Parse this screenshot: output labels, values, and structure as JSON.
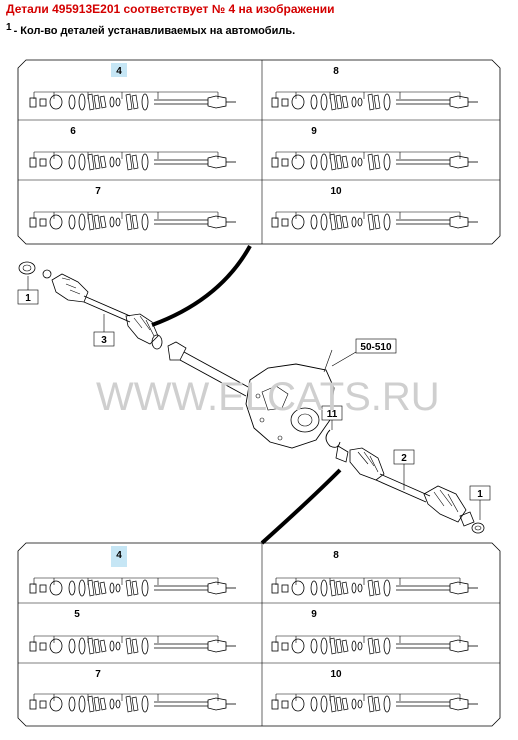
{
  "header": {
    "title": "Детали 495913E201 соответствует № 4 на изображении"
  },
  "legend": {
    "marker": "1",
    "text": "- Кол-во деталей устанавливаемых на автомобиль."
  },
  "watermark": "WWW.ELCATS.RU",
  "top_panels": [
    {
      "label": "4",
      "highlight": true
    },
    {
      "label": "8",
      "highlight": false
    },
    {
      "label": "6",
      "highlight": false
    },
    {
      "label": "9",
      "highlight": false
    },
    {
      "label": "7",
      "highlight": false
    },
    {
      "label": "10",
      "highlight": false
    }
  ],
  "bottom_panels": [
    {
      "label": "4",
      "highlight": true
    },
    {
      "label": "8",
      "highlight": false
    },
    {
      "label": "5",
      "highlight": false
    },
    {
      "label": "9",
      "highlight": false
    },
    {
      "label": "7",
      "highlight": false
    },
    {
      "label": "10",
      "highlight": false
    }
  ],
  "callouts": {
    "left_one": "1",
    "right_one": "1",
    "three": "3",
    "two": "2",
    "eleven": "11",
    "range": "50-510"
  },
  "colors": {
    "header": "#d40000",
    "highlight": "#c6e6f5",
    "line": "#000000",
    "watermark": "#cfcfcf"
  }
}
